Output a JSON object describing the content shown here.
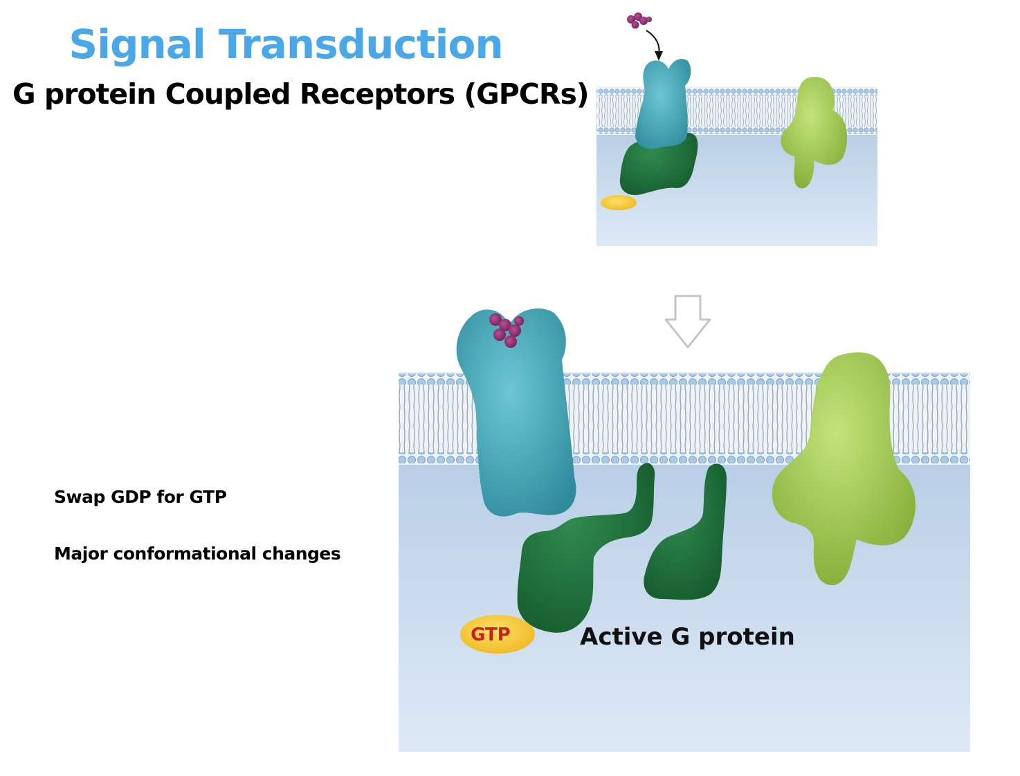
{
  "header": {
    "title": "Signal Transduction",
    "subtitle": "G protein Coupled Receptors (GPCRs)"
  },
  "notes": [
    "Swap GDP for GTP",
    "Major conformational changes"
  ],
  "diagram": {
    "gtp_label": "GTP",
    "active_label": "Active G protein"
  },
  "colors": {
    "title": "#4aa8e8",
    "receptor": "#3fa3b4",
    "g_protein": "#1f6b3a",
    "effector": "#9fc94a",
    "ligand": "#8b2a6b",
    "gtp": "#f5c634",
    "gtp_text": "#c8201c",
    "cytoplasm": "#cfdff0"
  },
  "icons": [
    "ligand-molecule-icon",
    "binding-arrow-icon",
    "transition-arrow-icon"
  ]
}
